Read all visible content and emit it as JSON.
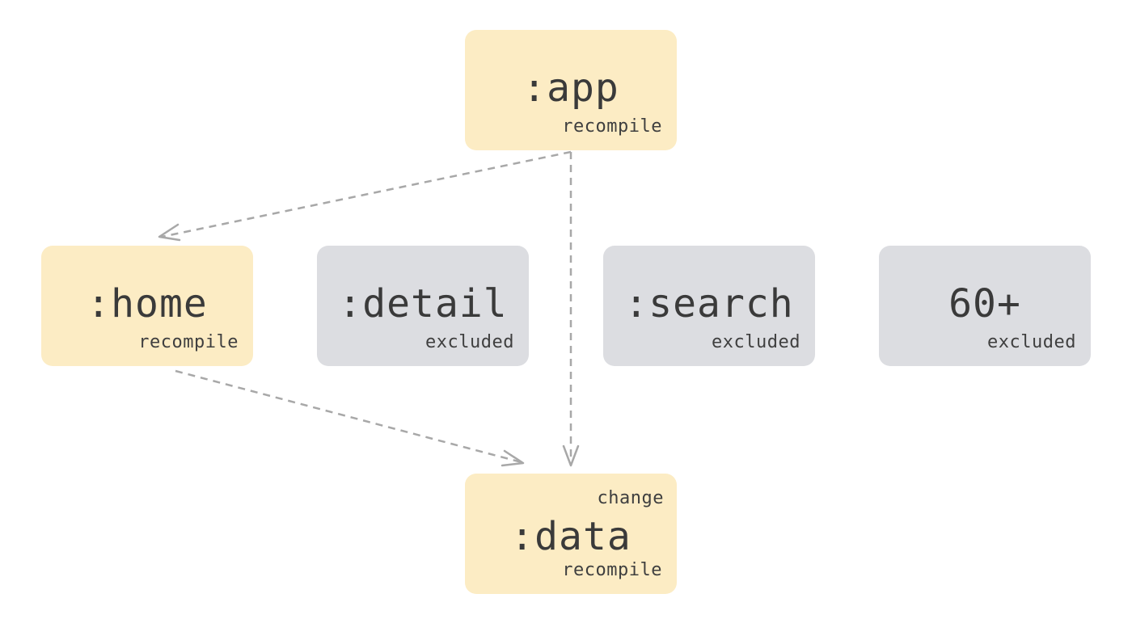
{
  "colors": {
    "recompile_fill": "#fcecc4",
    "excluded_fill": "#dcdde1",
    "edge": "#a8a8a8",
    "text": "#3a3a3a"
  },
  "nodes": {
    "app": {
      "title": ":app",
      "status": "recompile"
    },
    "home": {
      "title": ":home",
      "status": "recompile"
    },
    "detail": {
      "title": ":detail",
      "status": "excluded"
    },
    "search": {
      "title": ":search",
      "status": "excluded"
    },
    "more": {
      "title": "60+",
      "status": "excluded"
    },
    "data": {
      "title": ":data",
      "status": "recompile",
      "note": "change"
    }
  },
  "edges": [
    {
      "from": "app",
      "to": "home"
    },
    {
      "from": "app",
      "to": "data"
    },
    {
      "from": "home",
      "to": "data"
    }
  ]
}
